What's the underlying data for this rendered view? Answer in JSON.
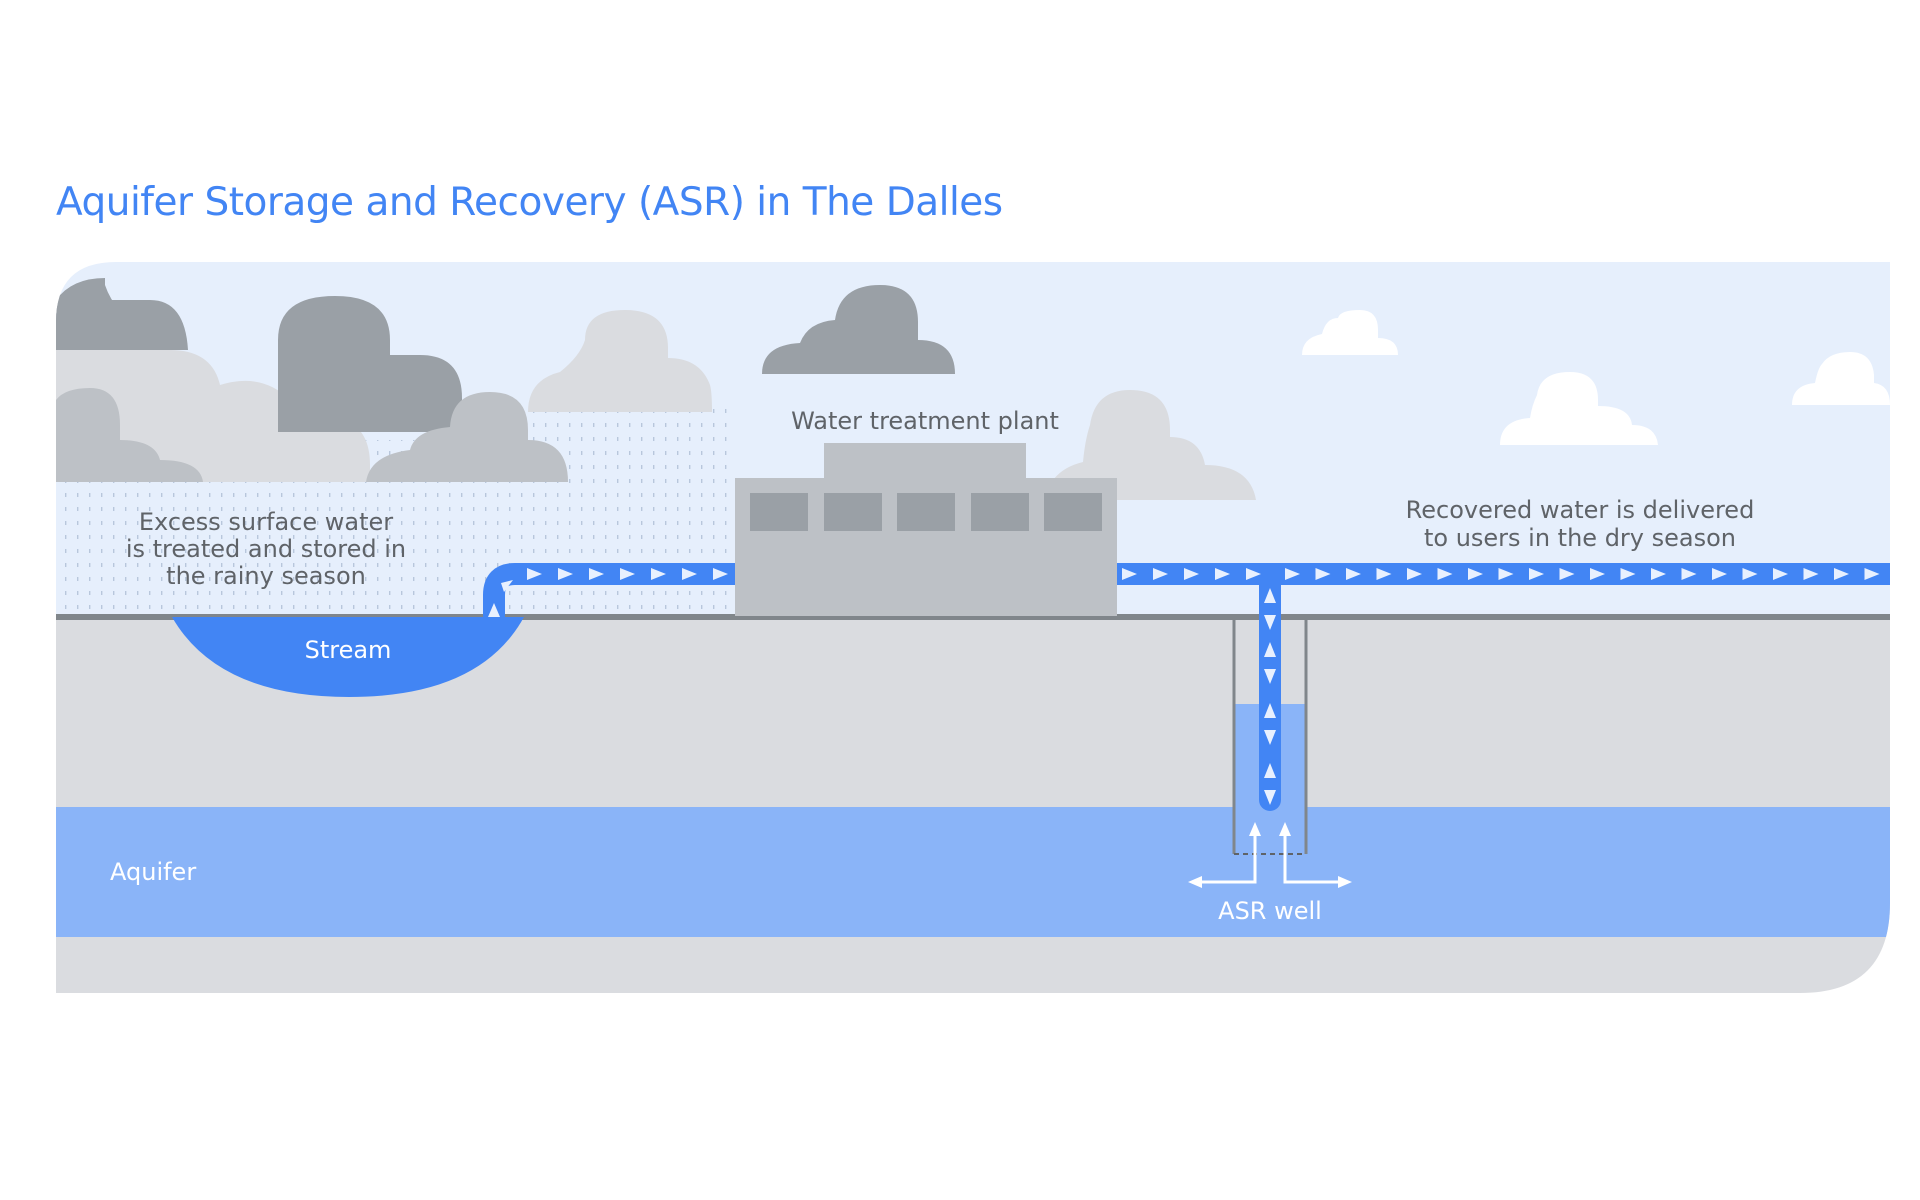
{
  "title": "Aquifer Storage and Recovery (ASR) in The Dalles",
  "labels": {
    "plant": "Water treatment plant",
    "left_note": [
      "Excess surface water",
      "is treated and stored in",
      "the rainy season"
    ],
    "right_note": [
      "Recovered water is delivered",
      "to users in the dry season"
    ],
    "stream": "Stream",
    "aquifer": "Aquifer",
    "well": "ASR well"
  },
  "colors": {
    "title": "#4285f4",
    "sky": "#e6effc",
    "ground": "#dadce0",
    "ground_line": "#80868b",
    "water": "#4285f4",
    "aquifer": "#8ab4f8",
    "cloud_dark": "#9aa0a6",
    "cloud_mid": "#bdc1c6",
    "cloud_light": "#dadce0",
    "cloud_white": "#ffffff",
    "plant": "#bdc1c6",
    "plant_window": "#9aa0a6"
  }
}
